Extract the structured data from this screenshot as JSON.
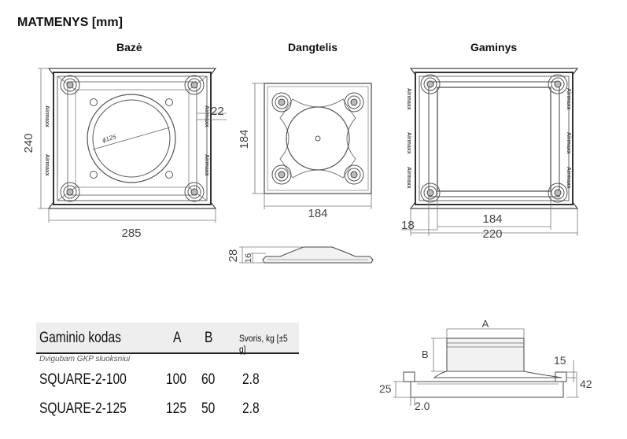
{
  "header": {
    "title": "MATMENYS [mm]"
  },
  "views": {
    "baze": {
      "title": "Bazė",
      "dim_height": "240",
      "dim_width": "285",
      "dim_rim": "22",
      "dim_diameter": "ϕ125"
    },
    "dangtelis": {
      "title": "Dangtelis",
      "dim_height": "184",
      "dim_width": "184",
      "dim_side_28": "28",
      "dim_side_16": "16"
    },
    "gaminys": {
      "title": "Gaminys",
      "dim_inner": "184",
      "dim_outer": "220",
      "dim_offset": "18"
    }
  },
  "brand_text": "Airmaxx",
  "spec_table": {
    "headers": {
      "code": "Gaminio kodas",
      "a": "A",
      "b": "B",
      "weight": "Svoris, kg [±5 g]"
    },
    "subheading": "Dvigubam GKP sluoksniui",
    "rows": [
      {
        "code": "SQUARE-2-100",
        "a": "100",
        "b": "60",
        "weight": "2.8"
      },
      {
        "code": "SQUARE-2-125",
        "a": "125",
        "b": "50",
        "weight": "2.8"
      }
    ]
  },
  "section": {
    "label_a": "A",
    "label_b": "B",
    "dim_15": "15",
    "dim_42": "42",
    "dim_25": "25",
    "dim_2": "2.0"
  }
}
